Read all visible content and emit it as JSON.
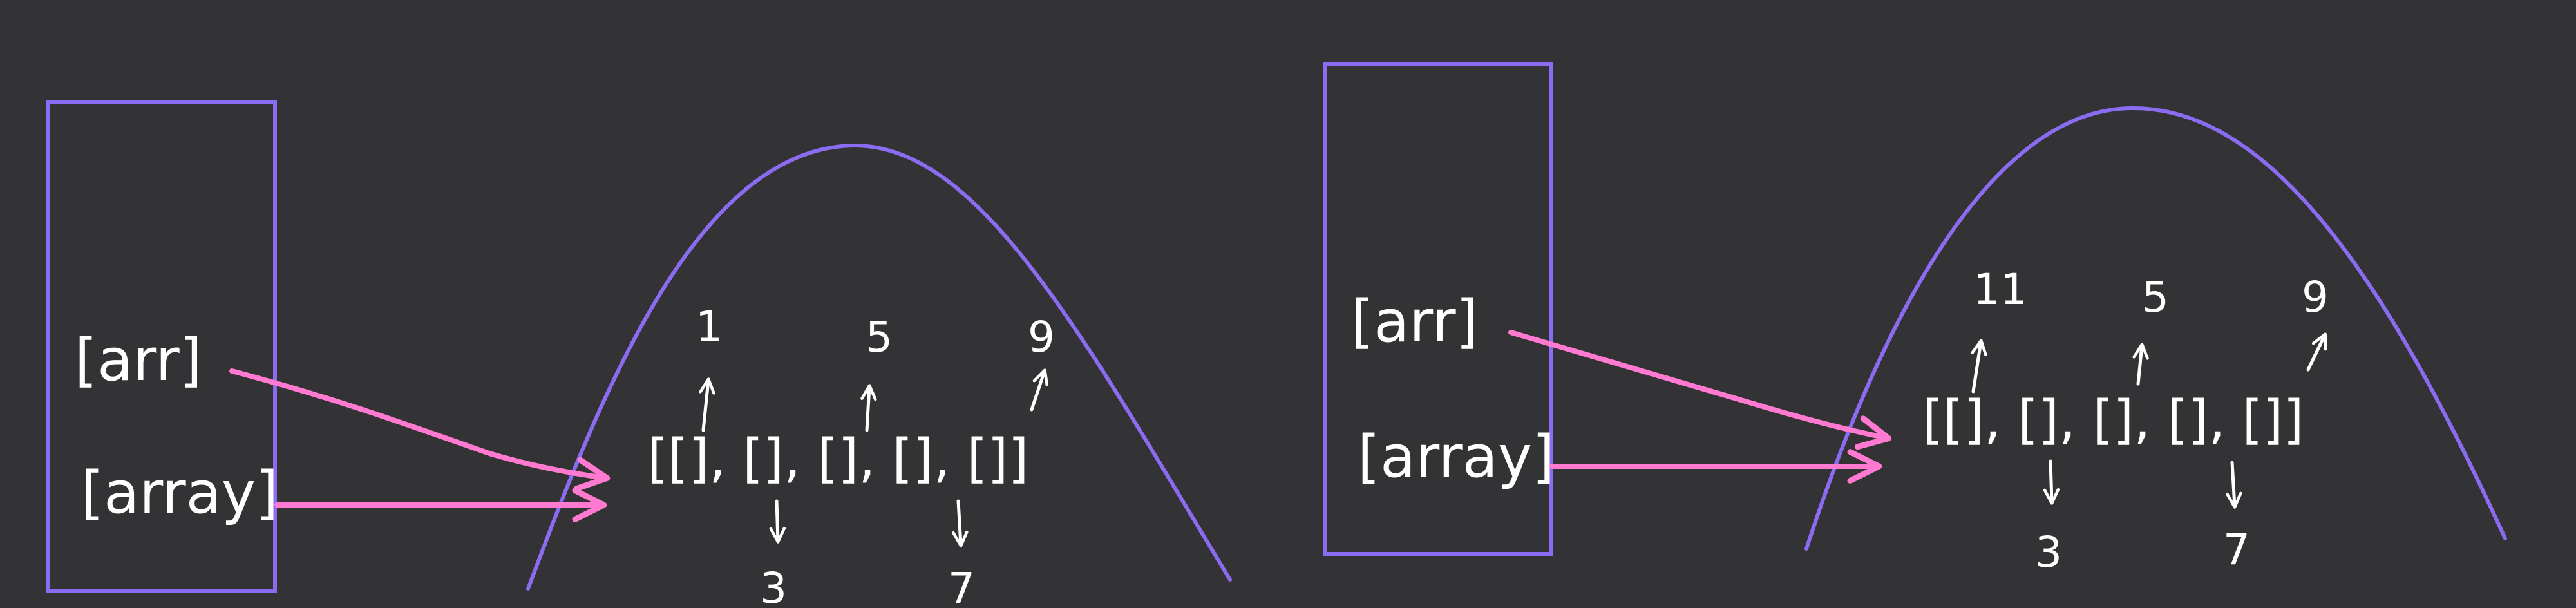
{
  "colors": {
    "background": "#333234",
    "frame": "#8b6cf0",
    "arrow": "#ff7ad0",
    "ink": "#ffffff"
  },
  "left_panel": {
    "var_label_arr": "[arr]",
    "var_label_array": "[array]",
    "array_literal": "[[], [], [], [], []]",
    "top_values": [
      "1",
      "5",
      "9"
    ],
    "bottom_values": [
      "3",
      "7"
    ]
  },
  "right_panel": {
    "var_label_arr": "[arr]",
    "var_label_array": "[array]",
    "array_literal": "[[], [], [], [], []]",
    "top_values": [
      "11",
      "5",
      "9"
    ],
    "bottom_values": [
      "3",
      "7"
    ]
  }
}
